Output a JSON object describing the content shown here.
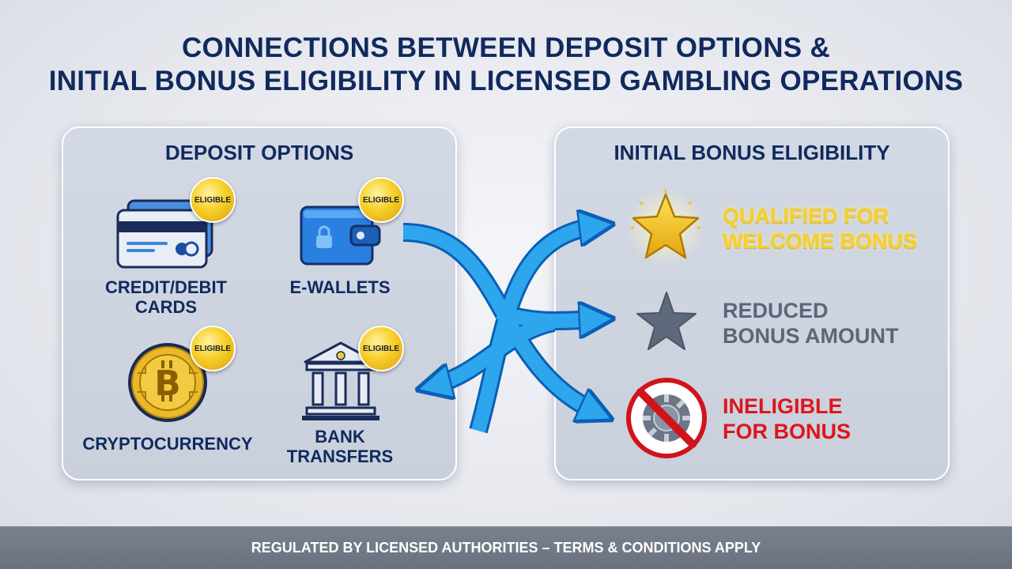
{
  "title": {
    "line1": "CONNECTIONS BETWEEN DEPOSIT OPTIONS &",
    "line2": "INITIAL BONUS ELIGIBILITY IN LICENSED GAMBLING OPERATIONS"
  },
  "deposit_panel": {
    "title": "DEPOSIT OPTIONS",
    "items": [
      {
        "line1": "CREDIT/DEBIT",
        "line2": "CARDS",
        "badge": "ELIGIBLE",
        "icon": "credit-card-icon"
      },
      {
        "line1": "E-WALLETS",
        "badge": "ELIGIBLE",
        "icon": "wallet-icon"
      },
      {
        "line1": "CRYPTOCURRENCY",
        "badge": "ELIGIBLE",
        "icon": "bitcoin-icon"
      },
      {
        "line1": "BANK",
        "line2": "TRANSFERS",
        "badge": "ELIGIBLE",
        "icon": "bank-icon"
      }
    ]
  },
  "eligibility_panel": {
    "title": "INITIAL BONUS ELIGIBILITY",
    "results": [
      {
        "line1": "QUALIFIED FOR",
        "line2": "WELCOME BONUS",
        "icon": "gold-star-icon",
        "color": "#f6cf2e"
      },
      {
        "line1": "REDUCED",
        "line2": "BONUS AMOUNT",
        "icon": "gray-star-icon",
        "color": "#5c6678"
      },
      {
        "line1": "INELIGIBLE",
        "line2": "FOR BONUS",
        "icon": "prohibited-chip-icon",
        "color": "#e0141c"
      }
    ]
  },
  "colors": {
    "arrow": "#2ea6ee",
    "arrow_outline": "#0b5fb5",
    "navy": "#102a5e"
  },
  "footer": {
    "text": "REGULATED BY LICENSED AUTHORITIES – TERMS & CONDITIONS APPLY"
  }
}
